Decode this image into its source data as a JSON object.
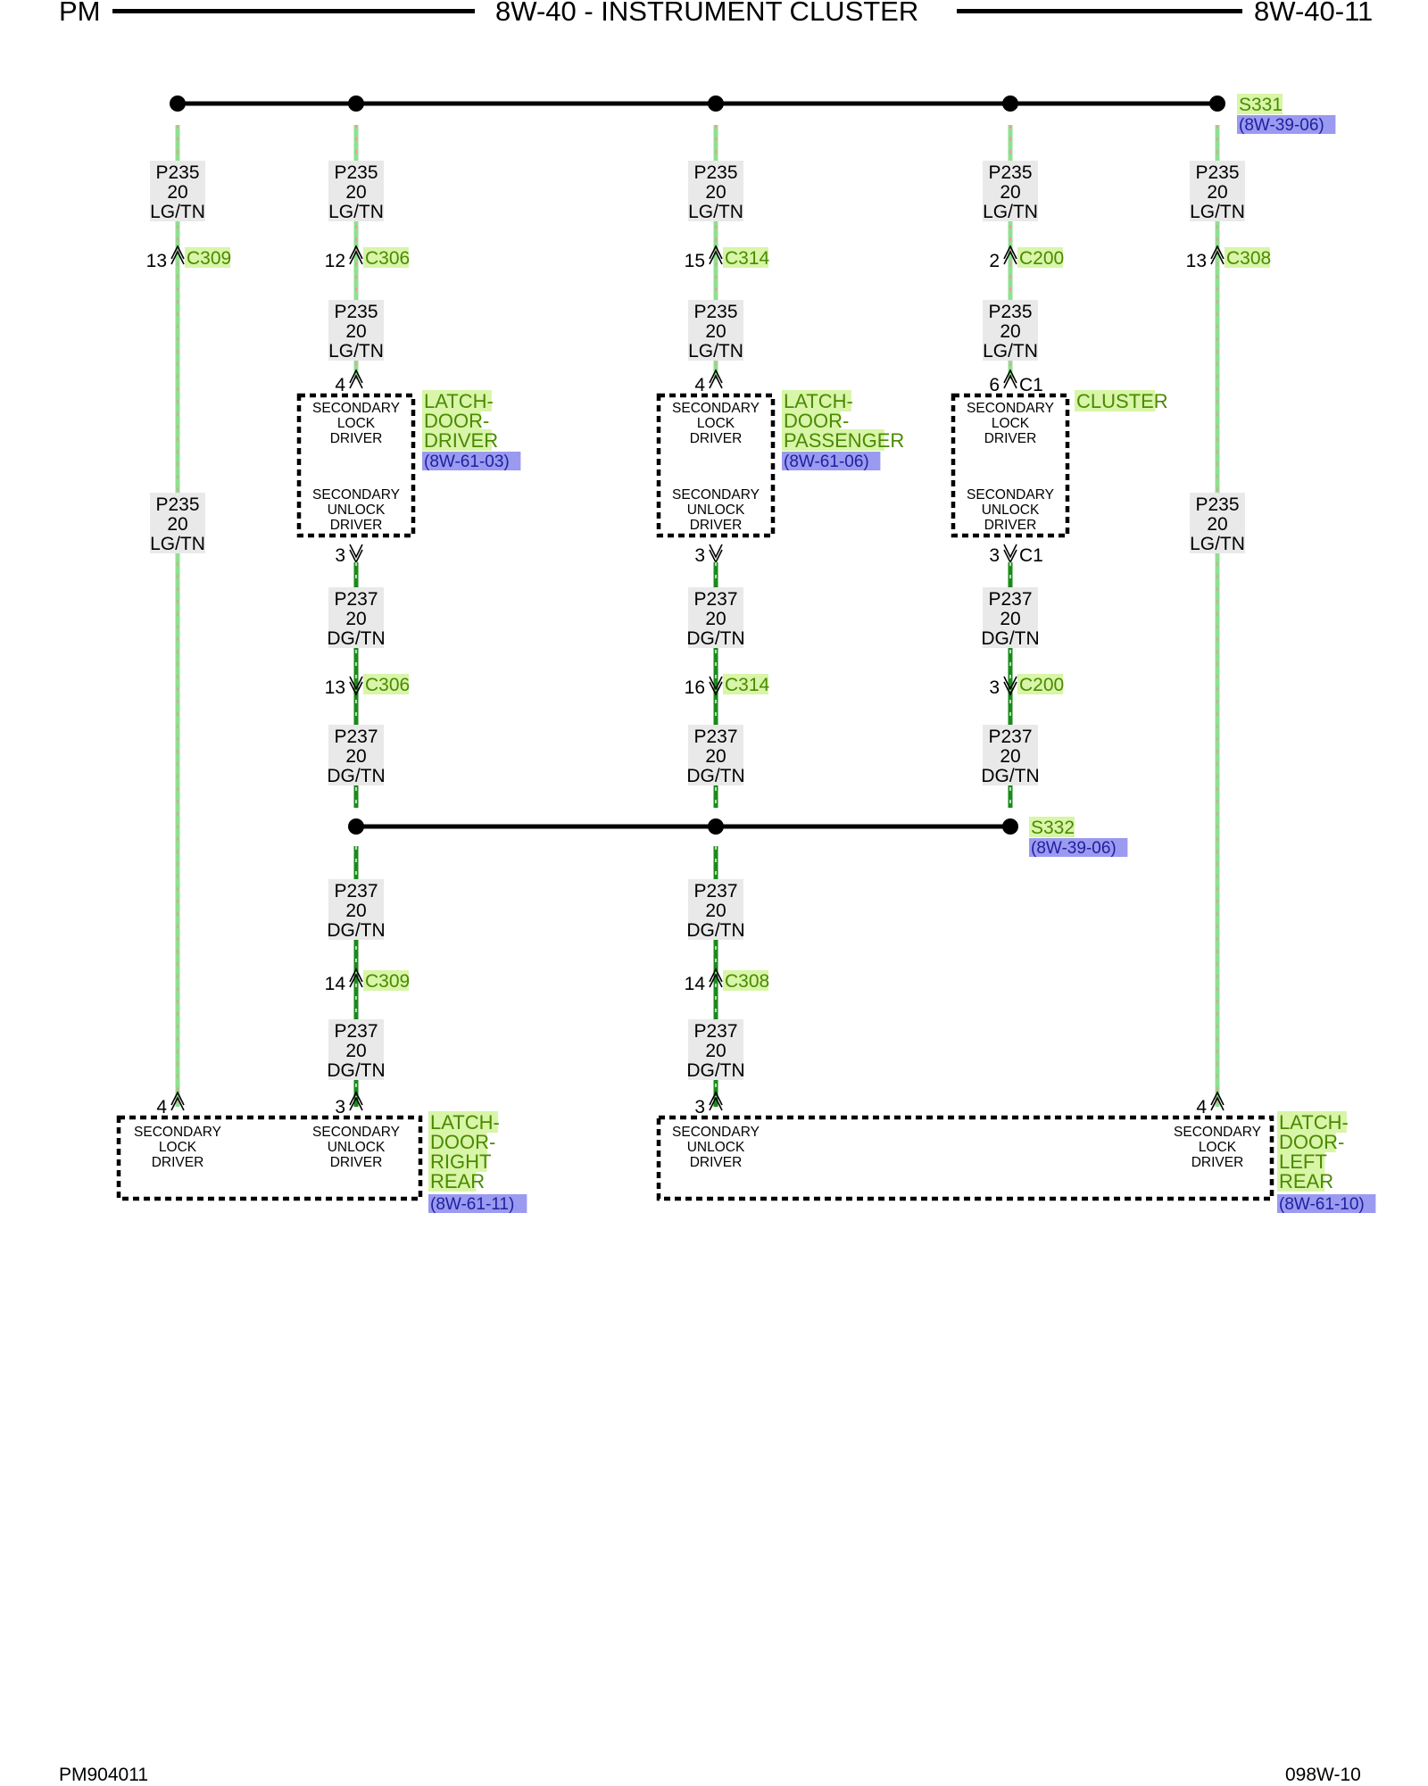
{
  "header": {
    "left": "PM",
    "center": "8W-40 - INSTRUMENT CLUSTER",
    "right": "8W-40-11"
  },
  "footer": {
    "left": "PM904011",
    "right": "098W-10"
  },
  "colors": {
    "lg_wire": "#90e090",
    "lg_dash": "#e6a0a0",
    "dg_wire": "#1a8a1a",
    "dg_dash": "#b0e0b0",
    "label_bg": "#e9e9e9",
    "name_bg": "#d8f5a8",
    "name_fg": "#4a8a00",
    "ref_bg": "#9a9af0",
    "ref_fg": "#2020a0"
  },
  "wire_label": {
    "p235": [
      "P235",
      "20",
      "LG/TN"
    ],
    "p237": [
      "P237",
      "20",
      "DG/TN"
    ]
  },
  "splices": {
    "s331": {
      "name": "S331",
      "ref": "(8W-39-06)"
    },
    "s332": {
      "name": "S332",
      "ref": "(8W-39-06)"
    }
  },
  "connectors": {
    "c309_top": {
      "pin": "13",
      "name": "C309"
    },
    "c306_top": {
      "pin": "12",
      "name": "C306"
    },
    "c314_top": {
      "pin": "15",
      "name": "C314"
    },
    "c200_top": {
      "pin": "2",
      "name": "C200"
    },
    "c308_top": {
      "pin": "13",
      "name": "C308"
    },
    "c306_bot": {
      "pin": "13",
      "name": "C306"
    },
    "c314_bot": {
      "pin": "16",
      "name": "C314"
    },
    "c200_bot": {
      "pin": "3",
      "name": "C200"
    },
    "c309_low": {
      "pin": "14",
      "name": "C309"
    },
    "c308_low": {
      "pin": "14",
      "name": "C308"
    }
  },
  "modules": {
    "latch_driver": {
      "name": [
        "LATCH-",
        "DOOR-",
        "DRIVER"
      ],
      "ref": "(8W-61-03)",
      "pin_in": "4",
      "pin_out": "3"
    },
    "latch_passenger": {
      "name": [
        "LATCH-",
        "DOOR-",
        "PASSENGER"
      ],
      "ref": "(8W-61-06)",
      "pin_in": "4",
      "pin_out": "3"
    },
    "cluster": {
      "name": [
        "CLUSTER"
      ],
      "pin_in": "6",
      "pin_in_conn": "C1",
      "pin_out": "3",
      "pin_out_conn": "C1"
    },
    "latch_right_rear": {
      "name": [
        "LATCH-",
        "DOOR-",
        "RIGHT",
        "REAR"
      ],
      "ref": "(8W-61-11)",
      "pin_lock": "4",
      "pin_unlock": "3"
    },
    "latch_left_rear": {
      "name": [
        "LATCH-",
        "DOOR-",
        "LEFT",
        "REAR"
      ],
      "ref": "(8W-61-10)",
      "pin_unlock": "3",
      "pin_lock": "4"
    }
  },
  "internal": {
    "lock_driver": [
      "SECONDARY",
      "LOCK",
      "DRIVER"
    ],
    "unlock_driver": [
      "SECONDARY",
      "UNLOCK",
      "DRIVER"
    ]
  }
}
